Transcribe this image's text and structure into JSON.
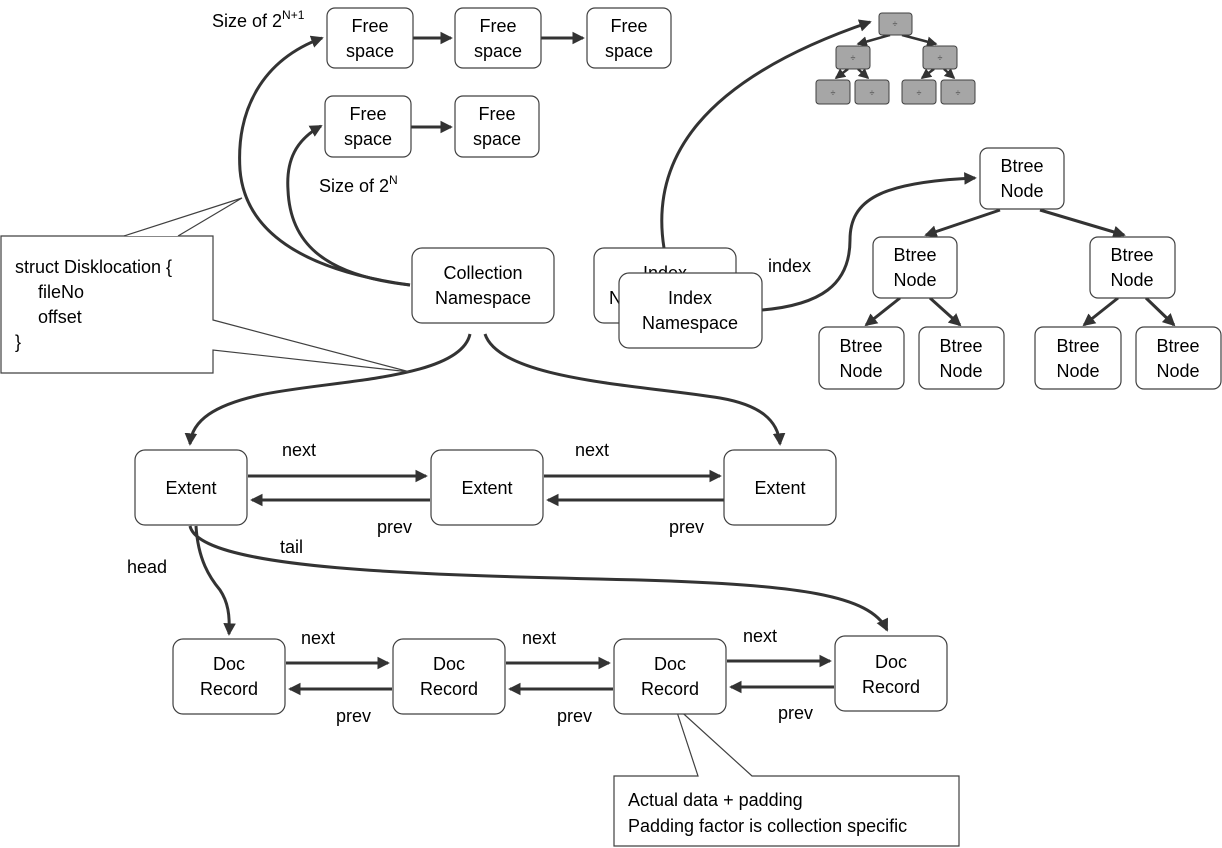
{
  "free_space": {
    "size_large_label_base": "Size of 2",
    "size_large_label_sup": "N+1",
    "size_small_label_base": "Size of 2",
    "size_small_label_sup": "N",
    "row1": [
      {
        "line1": "Free",
        "line2": "space"
      },
      {
        "line1": "Free",
        "line2": "space"
      },
      {
        "line1": "Free",
        "line2": "space"
      }
    ],
    "row2": [
      {
        "line1": "Free",
        "line2": "space"
      },
      {
        "line1": "Free",
        "line2": "space"
      }
    ]
  },
  "disklocation": {
    "lines": [
      "struct Disklocation {",
      "fileNo",
      "offset",
      "}"
    ]
  },
  "collection_namespace": {
    "line1": "Collection",
    "line2": "Namespace"
  },
  "index_namespace": {
    "back": {
      "line1": "Index",
      "line2": "N"
    },
    "front": {
      "line1": "Index",
      "line2": "Namespace"
    },
    "link_label": "index"
  },
  "btree": {
    "root": {
      "line1": "Btree",
      "line2": "Node"
    },
    "level1": [
      {
        "line1": "Btree",
        "line2": "Node"
      },
      {
        "line1": "Btree",
        "line2": "Node"
      }
    ],
    "level2": [
      {
        "line1": "Btree",
        "line2": "Node"
      },
      {
        "line1": "Btree",
        "line2": "Node"
      },
      {
        "line1": "Btree",
        "line2": "Node"
      },
      {
        "line1": "Btree",
        "line2": "Node"
      }
    ]
  },
  "extents": {
    "items": [
      "Extent",
      "Extent",
      "Extent"
    ],
    "next_label": "next",
    "prev_label": "prev",
    "head_label": "head",
    "tail_label": "tail"
  },
  "doc_records": {
    "items": [
      {
        "line1": "Doc",
        "line2": "Record"
      },
      {
        "line1": "Doc",
        "line2": "Record"
      },
      {
        "line1": "Doc",
        "line2": "Record"
      },
      {
        "line1": "Doc",
        "line2": "Record"
      }
    ],
    "next_label": "next",
    "prev_label": "prev"
  },
  "doc_note": {
    "line1": "Actual data + padding",
    "line2": "Padding factor is collection specific"
  },
  "mini_tree": {
    "node_glyph": "÷",
    "fill": "#a6a6a6"
  },
  "colors": {
    "stroke": "#404040",
    "arrow": "#333333",
    "box_fill": "#ffffff"
  }
}
